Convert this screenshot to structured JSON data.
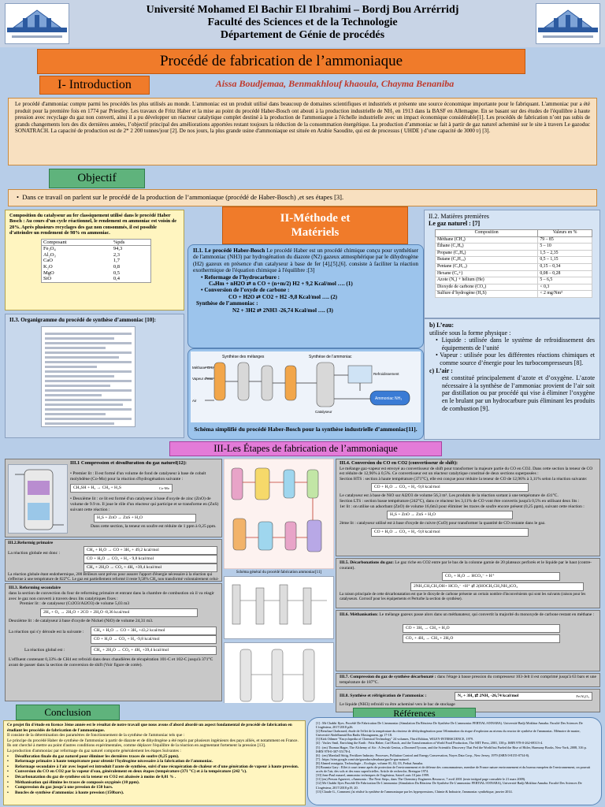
{
  "header": {
    "university": "Université Mohamed El Bachir El Ibrahimi – Bordj Bou Arrérridj",
    "faculty": "Faculté des Sciences et de la Technologie",
    "department": "Département de Génie de procédés"
  },
  "title": "Procédé de fabrication de l’ammoniaque",
  "authors": "Aissa Boudjemaa, Benmakhlouf khaoula, Chayma Benaniba",
  "intro": {
    "heading": "I- Introduction",
    "text": "Le procédé d'ammoniac compte parmi les procédés les plus utilisés au monde. L'ammoniac est un produit utilisé dans beaucoup de domaines scientifiques et industriels et présente une source économique importante pour le fabriquant. L'ammoniac pur a été produit pour la première fois en 1774 par Priestley. Les travaux de Fritz Haber et la mise au point du procédé Haber-Bosch ont abouti à la production industrielle de NH₃ en 1913 dans la BASF en Allemagne. En se basant sur des études de l'équilibre à haute pression avec recyclage du gaz non converti, ainsi il a pu développer un réacteur catalytique complet destiné à la production de l'ammoniaque à l'échelle industrielle avec un impact économique considérable[1]. Les procédés de fabrication n’ont pas subis de grands changements lors des dix dernières années, l’objectif principal des améliorations apportées restant toujours la réduction de la consommation énergétique. La production d’ammoniac se fait à partir de gaz naturel acheminé sur le site à travers Le gazoduc SONATRACH. La capacité de production est de 2* 2 200 tonnes/jour [2]. De nos jours, la plus grande usine d'ammoniaque est située en Arabie Saoudite, qui est de processus ( UHDE ) d’une capacité de 3000 t/j [3]."
  },
  "objectif": {
    "heading": "Objectif",
    "text": "Dans ce travail on parlent sur le procédé de la production de l’ammoniaque (procédé de Haber-Bosch) ,et ses étapes [3]."
  },
  "catalyst": {
    "text": "Composition du catalyseur au fer classiquement utilisé dans le procédé Haber Bosch : Au cours d’un cycle réactionnel, le rendement en ammoniac est voisin de 20%. Après plusieurs recyclages des gaz non consommés, il est possible d’atteindre un rendement de 98% en ammoniac.",
    "headers": [
      "Composant",
      "%pds"
    ],
    "rows": [
      [
        "Fe₃O₄",
        "94,3"
      ],
      [
        "Al₂O₃",
        "2,3"
      ],
      [
        "CaO",
        "1,7"
      ],
      [
        "K₂O",
        "0,8"
      ],
      [
        "MgO",
        "0,5"
      ],
      [
        "SiO",
        "0,4"
      ]
    ]
  },
  "methode": {
    "heading": "II-Méthode et Matériels"
  },
  "procede": {
    "heading": "II.1. Le procédé Haber-Bosch",
    "text": "Le procédé Haber est un procédé chimique conçu pour synthétiser de l'ammoniac (NH3) par hydrogénation du diazote (N2) gazeux atmosphérique par le dihydrogène (H2) gazeux en présence d'un catalyseur à base de fer [4],[5],[6]. consiste à faciliter la réaction exothermique de l'équation chimique à l'équilibre :[3]",
    "reformage_label": "Reformage de l’hydrocarbure :",
    "eq1": "CₙHm + nH2O ⇄ n CO + (n+m/2) H2 + 9,2 Kcal/mol …. (1)",
    "conversion_label": "Conversion de l’oxyde de carbone :",
    "eq2": "CO + H2O ⇄ CO2 + H2 -9,8 Kcal/mol …. (2)",
    "synthese_label": "Synthèse de l’ammoniac :",
    "eq3": "N2 + 3H2 ⇄ 2NH3 -26,74 Kcal/mol …. (3)"
  },
  "diagram1": {
    "caption": "Schéma simplifié du procédé Haber-Bosch pour la synthèse industrielle d’ammoniac[11].",
    "labels": [
      "Synthèse des mélanges",
      "Synthèse de l’ammoniac",
      "Méthane CH₄",
      "Vapeur d’eau H₂O",
      "Air",
      "Catalyseur",
      "Ammoniac NH₃",
      "Refroidissement"
    ]
  },
  "organigramme": {
    "heading": "II.3. Organigramme du procédé de synthèse d’ammoniac [10]:"
  },
  "matieres": {
    "heading": "II.2. Matières premières",
    "sub": "Le gaz naturel : [7]",
    "headers": [
      "Composition",
      "Valeurs en %"
    ],
    "rows": [
      [
        "Méthane (CH₄)",
        "79 – 85"
      ],
      [
        "Éthane (C₂H₆)",
        "5 – 10"
      ],
      [
        "Propane (C₃H₈)",
        "1,5 – 2,35"
      ],
      [
        "Butane (C₄H₁₀)",
        "0,5 – 1,15"
      ],
      [
        "Pentane (C₅H₁₂)",
        "0,15 – 0,34"
      ],
      [
        "Hexane (C₆+)",
        "0,08 – 0,28"
      ],
      [
        "Azote (N₂) + hélium (He)",
        "5 – 6,5"
      ],
      [
        "Dioxyde de carbone (CO₂)",
        "< 0,3"
      ],
      [
        "Sulfure d’hydrogène (H₂S)",
        "< 2 mg/Nm³"
      ]
    ]
  },
  "eau": {
    "heading": "b) L’eau:",
    "intro": "utilisée sous la forme physique :",
    "items": [
      "Liquide : utilisée dans le système de refroidissement des équipements de l’unité",
      "Vapeur : utilisée pour les différentes réactions chimiques et comme source d’énergie pour les turbocompresseurs [8]."
    ],
    "air_heading": "c) L’air :",
    "air_text": "est constitué principalement d’azote et d’oxygène. L’azote nécessaire à la synthèse de l’ammoniac provient de l’air soit par distillation ou par procédé qui vise à éliminer l’oxygène en le brulant par un hydrocarbure puis éliminant les produits de combustion [9]."
  },
  "etapes": {
    "heading": "III-Les Étapes de fabrication de l’ammoniaque"
  },
  "iii1": {
    "heading": "III.1 Compression et désulfuration du gaz naturel[12]:",
    "p1": "Premier lit : Il est formé d'un volume de fond de catalyseur à base de cobalt molybdène (Co-Mo) pour la réaction d'hydrogénation suivante :",
    "eq_a": "CH₃SH + H₂ → CH₄ + H₂S",
    "eq_a_cat": "Co-Mo",
    "p2": "Deuxième lit : ce lit est formé d'un catalyseur à base d'oxyde de zinc (ZnO) de volume de 9.9 m. Il joue le rôle d'un réacteur qui participe et se transforme en (ZnS) suivant cette réaction :",
    "eq_b": "H₂S + ZnO → ZnS + H₂O",
    "p3": "Dans cette section, la teneur en soufre est réduite de 1 ppm à 0,25 ppm."
  },
  "iii2": {
    "heading": "III.2.Reformig primaire",
    "rx1": "CH₄ + H₂O → CO + 3H₂ + 49,2 kcal/mol",
    "rx2": "CO + H₂O → CO₂ + H₂ - 9,8 kcal/mol",
    "global_label": "La réaction globale est donc :",
    "rx3": "CH₄ + 2H₂O → CO₂ + 4H₂ +39,4 kcal/mol",
    "text": "La réaction globale étant endothermique, 200 Brûleurs sont prévus pour assurer l'apport d'énergie nécessaire à la réaction qui s'effectue à une température de 822°C. Le gaz est partiellement reformé il reste 9,58% CH₄ non transformé volontairement celui-ci sera envoyé dans le réacteur de reforming secondaire103-D."
  },
  "iii3": {
    "heading": "III.3. Reforming secondaire",
    "text": "dans la section de convection du four de reforming primaire et entrant dans la chambre de combustion où il va réagir avec le gaz non converti à travers deux lits catalytiques fixes :",
    "lit1": "Premier lit : de catalyseur (Cr2O3/Al2O3) de volume 5,03 m3",
    "rx1": "2H₂ + O₂ → 2H₂O + 2CO + 2H₂O -8,36 kcal/mol",
    "lit2": "Deuxième lit : de catalyseur à base d'oxyde de Nickel (NiO) de volume 24,31 m3.",
    "side_label": "La réaction qui s'y déroule est la suivante :",
    "rx2": "CH₄ + H₂O → CO + 3H₂ +43,2 kcal/mol",
    "rx3": "CO + H₂O → CO₂ + H₂ -9,8 kcal/mol",
    "global_label": "La réaction global est :",
    "rx4": "CH₄ + 2H₂O → CO₂ + 4H₂ +39,4 kcal/mol",
    "footer": "L'effluent contenant 0,33% de CH4 est refroidi dans deux chaudières de récupération 101-C et 102-C jusqu'à 371°C avant de passer dans la section de conversion de shift (Voir figure de cotée)."
  },
  "diagram2": {
    "caption": "Schéma général du procédé fabrication ammoniac[11]"
  },
  "iii4": {
    "heading": "III.4. Conversion du CO en CO2 (convertisseur de shift):",
    "text1": "Le mélange gaz-vapeur est envoyé au convertisseur de shift pour transformer la majeure partie du CO en CO2. Dans cette section la teneur de CO est réduite de 12,96% à 0,5%. Ce convertisseur est un réacteur catalytique constitué de deux sections superposées :",
    "hts": "Section HTS : section à haute température (371°C), elle est conçue pour réduire la teneur de CO de 12,96% à 3,11% selon la réaction suivante:",
    "rx": "CO + H₂O → CO₂ + H₂ -9,8 kcal/mol",
    "cat": "Le catalyseur est à base de NiO sur Al2O3 de volume 56,3 m³. Les produits de la réaction sortant à une température de 431°C.",
    "lts": "Section LTS : section basse température (242°C), dans ce réacteur les 3,11% de CO vont être convertis jusqu'à 0,5% en utilisant deux lits :",
    "lit1": "1er lit : on utilise un adsorbant (ZnO) de volume 16,6m3 pour éliminer les traces de soufre encore présent (0,25 ppm), suivant cette réaction :",
    "rx2": "H₂S + ZnO → ZnS + H₂O",
    "lit2": "2ème lit : catalyseur utilisé est à base d'oxyde de cuivre (CuO) pour transformer la quantité de CO restante dans le gaz.",
    "rx3": "CO + H₂O → CO₂ + H₂ -9,8 kcal/mol"
  },
  "iii5": {
    "heading": "III.5. Décarbonations du gaz:",
    "text": "Le gaz riche en CO2 entre par le bas de la colonne garnie de 20 plateaux perforés et le liquide par le haut (contre-courant).",
    "rx1": "CO₂ + H₂O → HCO₃⁻ + H⁺",
    "rx2": "2NH₂CH₂CH₂OH+ HCO₃⁻ +H⁺ ⇄ 2(HOCH₂CH₂NH₂)CO₃",
    "text2": "La raison principale de cette décarbonatation est que le dioxyde de carbone présente un certain nombre d'inconvénients qui sont les suivants (raison pour les catalyseurs. Corrosif pour les équipements et Perturbe la section de synthèse)."
  },
  "iii6": {
    "heading": "III.6. Méthanisation:",
    "text": "Le mélange gazeux passe alors dans un méthanateur, qui convertit la majorité du monoxyde de carbone restant en méthane :",
    "rx1": "CO + 3H₂ → CH₄ + H₂O",
    "rx2": "CO₂ + 4H₂ → CH₄ + 2H₂O"
  },
  "iii7": {
    "heading": "III.7. Compression du gaz de synthèse décarbonaté :",
    "text": "dans l'étage à basse pression du compresseur 103-Jelt il est comprimé jusqu'à 63 bars et une température de 187°C."
  },
  "iii8": {
    "heading": "III.8. Synthèse et réfrigération de l’ammoniac :",
    "rx": "N₂ + 3H₂ ⇄ 2NH₃ -26,74 kcal/mol",
    "rx_cat": "Fe/Al₂O₃",
    "text": "Le liquide (NH3) refroidi va être acheminé vers le bac de stockage"
  },
  "conclusion": {
    "heading": "Conclusion",
    "intro": "Ce projet fin d'étude en licence 3ème année est le résultat de notre travail que nous avons d'abord abordé un aspect fondamental de procédé de fabrication en étudiant les procédés de fabrication de l'ammoniaque.",
    "p2": "Il consiste de la détermination des paramètres de fonctionnement de la synthèse de l'ammoniac tels que :",
    "p3": "Le principe du procédé Haber de synthèse de l'ammoniac à partir de diazote et de dihydrogène a été repris par plusieurs ingénieurs des pays alliés, et notamment en France. Ils ont cherché à mettre au point d'autres conditions expérimentales, comme déplacer l'équilibre de la réaction en augmentant fortement la pression [13].",
    "p4": "La production d'ammoniac par reformage du gaz naturel comporte généralement les étapes Suivantes :",
    "items": [
      "Désulfuration finale du gaz naturel pour éliminer les dernières traces de soufre (0,25 ppm).",
      "Reformage primaire à haute température pour obtenir l'hydrogène nécessaire à la fabrication de l'ammoniac.",
      "Reformage secondaire à l'air avec lequel est introduit l'azote de synthèse, suivi d'une récupération de chaleur et d'une génération de vapeur à haute pression.",
      "Conversion du CO en CO2 par la vapeur d'eau, généralement en deux étapes (température (371 °C) et à la température (242 °c).",
      "Décarbonatation du gaz de synthèse où la teneur en CO2 est abaissée à moins de 0,01 % .",
      "Méthanisation qui élimine les traces de composés oxygénés (10 ppm).",
      "Compression du gaz jusqu'à une pression de 150 bars.",
      "Boucles de synthèse d'ammoniac à haute pression (150bars)."
    ]
  },
  "references": {
    "heading": "Références",
    "items": [
      "[1] : Mr Chabbi Ilyes. Procédé De Fabrication De L'ammoniac (Simulation Du Réacteur De Synthèse De L'ammoniac FERTIAL/ANNABA). Université Badji Mokhtar Annaba. Faculté Des Sciences De L'ingénieur, 2017/2018 p26.",
      "[2] Benchaa Chahrazed, étude de l'effet de la température du réacteur de déshydrogénation pour l'élimination du risque d'explosion au niveau du reactor de synthèse de l'ammoniac. Mémoire de master, Université Abdelhamid Ibn Badis Mostaganem, pp 17-18.",
      "[3] Kirk Othmer \"Encyclopedia of Chemical Technology\" 24 volumes, Third Edition, WILEY-INTERSCIENCE, 1979.",
      "[4] : Vaclav Smil, Enriching the Earth : Fritz Haber, Carl Bosch, and the Transformation of World Food Production, The MIT Press, 2001, 338 p. ISBN 978-0-262-69313-4.",
      "[5] : (en) Thomas Hager, The Alchemy of Air : A Jewish Genius, a Doomed Tycoon, and the Scientific Discovery That Fed the World but Fueled the Rise of Hitler, Harmony Books, New York, 2008, 316 p. ISBN 978-0-307-35178-4.",
      "[6] : (en) Marshall Sittig, Fertilizer Industry: Processes, Pollution Control and Energy Conservation, Noyes Data Corp., New Jersey, 1979 (ISBN 0-8155-0734-8).",
      "[7] : https://sites.google.com/site/gazoducsdesahara/gaz/le-gaz-naturel.",
      "[8] Ahmed rezaiguia, Technologie – Ecologie, volume 01, 02, 03, Ferhat Annaba.",
      "[9] Boumia Gary : Effet à court terme après de protection de l'environnement et de défense des consommateurs, membre de France nature environnement et du bureau européen de l'environnement, on pouvait accès de l'air, des sols et des eaux superficielles. Article de recherche, Bretagne 1974.",
      "[10] Jean-Paul maurel, ammoniac techniques de l'ingénieur, Saint-Louis 10 juin 1999.",
      "[11] (en) Person Aguerret, «Ammonia : The Next Step», dans The Chemistry Engineers Resource, 7 avril 2001 (texte intégral page consultée le 21 mars 2009).",
      "[12] Mr Chabbi Ilyes Procédé De Fabrication De L'ammoniac (Simulation Du Réacteur De Synthèse De L'ammoniac FERTIAL/ANNABA), Université Badji Mokhtar Annaba. Faculté Des Sciences De L'ingénieur, 2017/2018 p19, 20.",
      "[13] Claude G., Comment j'ai réalisé la synthèse de l'ammoniaque par les hyperpressions, Chimie & Industrie, l'ammoniac synthétique, janvier 2014."
    ]
  }
}
